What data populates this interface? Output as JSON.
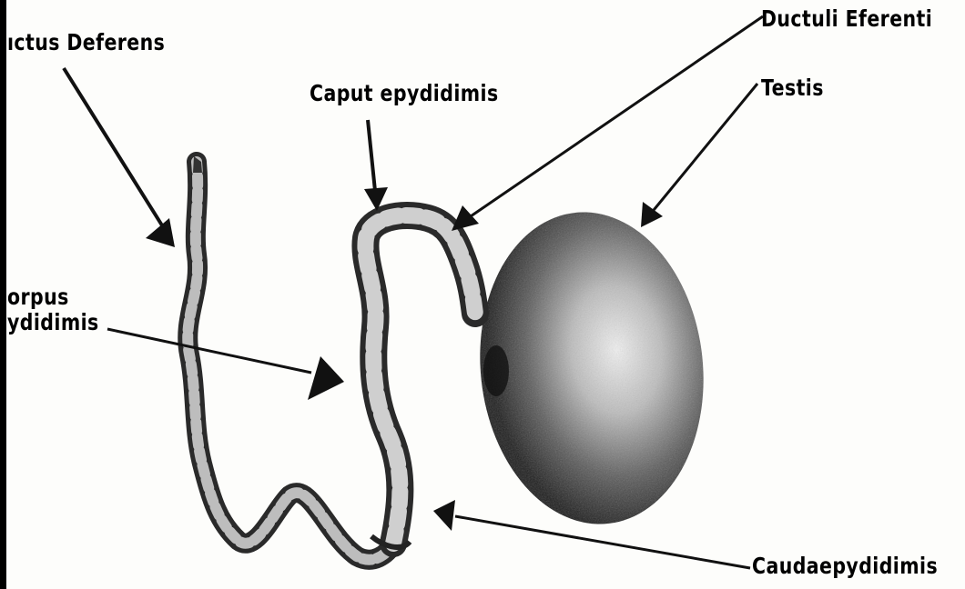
{
  "labels": {
    "ductus_deferens": "ıctus  Deferens",
    "caput": "Caput  epydidimis",
    "ductuli": "Ductuli  Eferenti",
    "testis": "Testis",
    "corpus_line1": "orpus",
    "corpus_line2": "ydidimis",
    "cauda": "Caudaepydidimis"
  },
  "colors": {
    "ink": "#000000",
    "background": "#fdfdfb",
    "testis_dark": "#1a1a1a",
    "testis_light": "#e8e8e8"
  }
}
